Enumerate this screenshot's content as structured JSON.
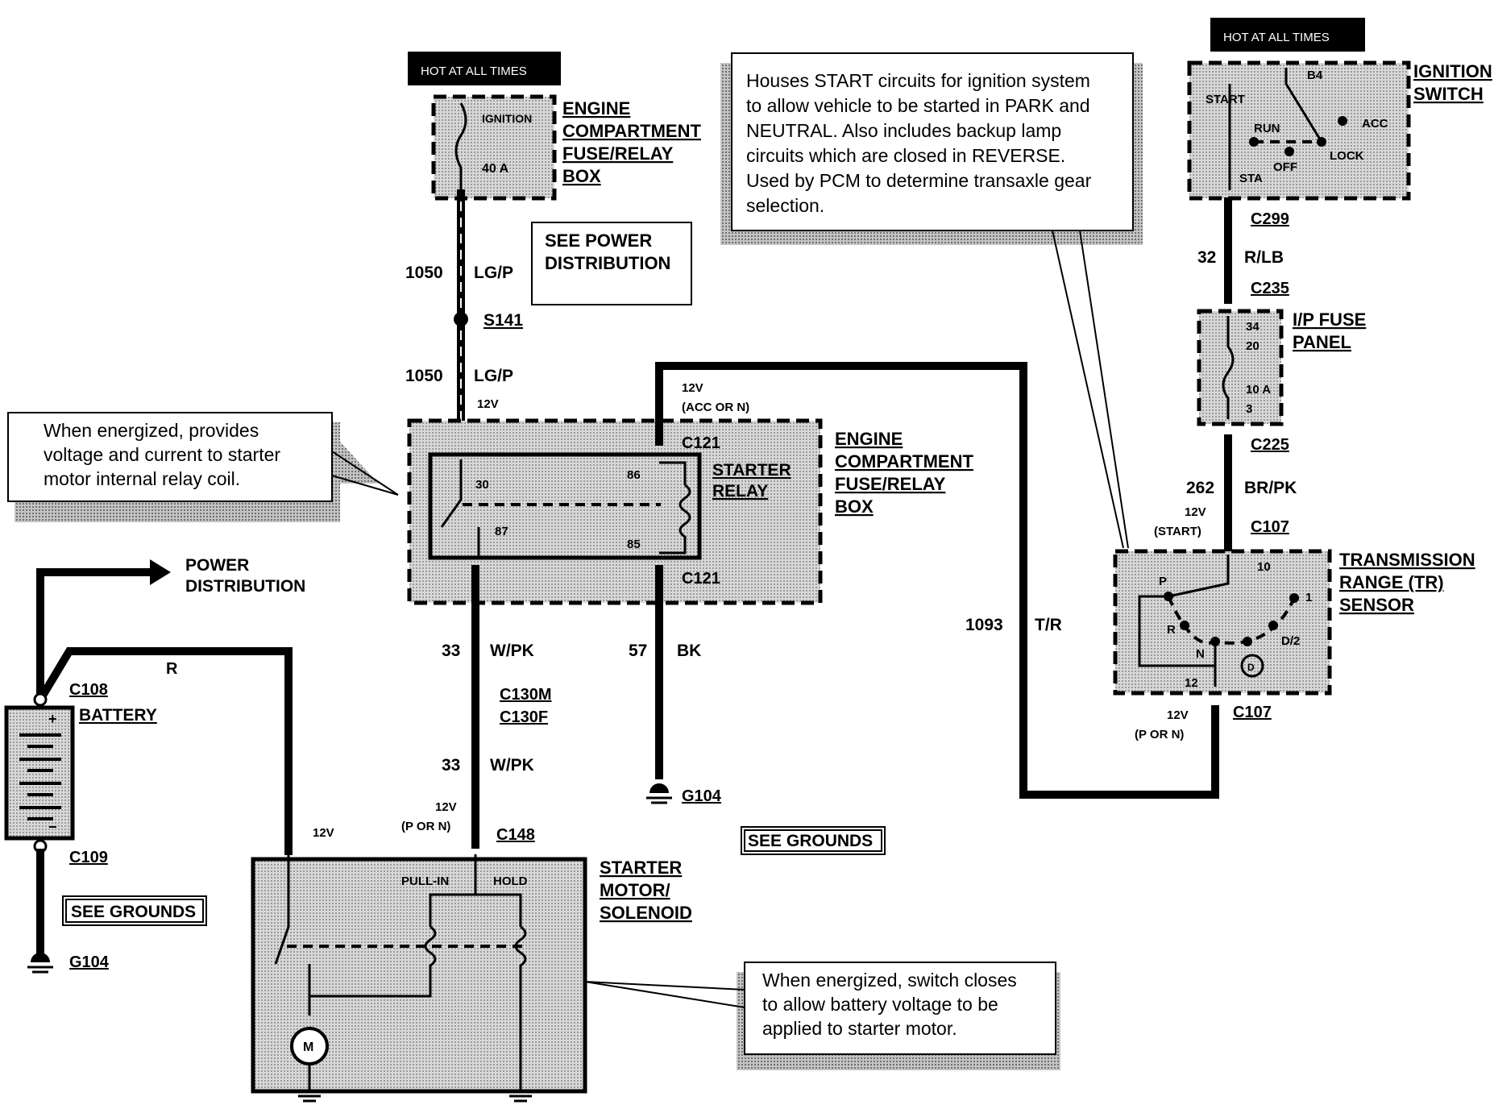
{
  "hot_at_all_times_left": "HOT AT ALL TIMES",
  "hot_at_all_times_right": "HOT AT ALL TIMES",
  "engine_fuse_box_top": {
    "label_lines": [
      "ENGINE",
      "COMPARTMENT",
      "FUSE/RELAY",
      "BOX"
    ],
    "fuse_name": "IGNITION",
    "fuse_rating": "40 A"
  },
  "see_power_distribution": [
    "SEE POWER",
    "DISTRIBUTION"
  ],
  "wire_1050_a": {
    "circuit": "1050",
    "color": "LG/P"
  },
  "splice": "S141",
  "wire_1050_b": {
    "circuit": "1050",
    "color": "LG/P"
  },
  "voltage_12v_relay": "12V",
  "voltage_acc_or_n": [
    "12V",
    "(ACC OR N)"
  ],
  "connector_c121_top": "C121",
  "connector_c121_bottom": "C121",
  "starter_relay": {
    "label_lines": [
      "STARTER",
      "RELAY"
    ],
    "pins": [
      "30",
      "86",
      "87",
      "85"
    ]
  },
  "engine_fuse_box_mid": {
    "label_lines": [
      "ENGINE",
      "COMPARTMENT",
      "FUSE/RELAY",
      "BOX"
    ]
  },
  "note_relay": [
    "When energized, provides",
    "voltage and current to starter",
    "motor internal relay coil."
  ],
  "note_tr": [
    "Houses START circuits for ignition system",
    "to allow vehicle to be started in PARK and",
    "NEUTRAL. Also includes backup lamp",
    "circuits which are closed in REVERSE.",
    "Used by PCM to determine transaxle gear",
    "selection."
  ],
  "note_solenoid": [
    "When energized, switch closes",
    "to allow battery voltage to be",
    "applied to starter motor."
  ],
  "power_distribution": [
    "POWER",
    "DISTRIBUTION"
  ],
  "battery": {
    "label": "BATTERY",
    "connector_top": "C108",
    "connector_bottom": "C109",
    "plus": "+",
    "minus": "−"
  },
  "wire_r": "R",
  "see_grounds_left": "SEE GROUNDS",
  "ground_left": "G104",
  "wire_33_a": {
    "circuit": "33",
    "color": "W/PK"
  },
  "connector_c130": [
    "C130M",
    "C130F"
  ],
  "wire_33_b": {
    "circuit": "33",
    "color": "W/PK"
  },
  "voltage_p_or_n_c148": [
    "12V",
    "(P OR N)"
  ],
  "connector_c148": "C148",
  "voltage_12v_starter": "12V",
  "wire_57": {
    "circuit": "57",
    "color": "BK"
  },
  "ground_mid": "G104",
  "see_grounds_mid": "SEE GROUNDS",
  "starter_motor": {
    "label_lines": [
      "STARTER",
      "MOTOR/",
      "SOLENOID"
    ],
    "pull_in": "PULL-IN",
    "hold": "HOLD",
    "motor": "M"
  },
  "wire_1093": {
    "circuit": "1093",
    "color": "T/R"
  },
  "ignition_switch": {
    "label_lines": [
      "IGNITION",
      "SWITCH"
    ],
    "positions": [
      "B4",
      "START",
      "RUN",
      "ACC",
      "OFF",
      "LOCK",
      "STA"
    ]
  },
  "connector_c299": "C299",
  "wire_32": {
    "circuit": "32",
    "color": "R/LB"
  },
  "connector_c235": "C235",
  "ip_fuse_panel": {
    "label_lines": [
      "I/P FUSE",
      "PANEL"
    ],
    "pins": [
      "34",
      "20",
      "10 A",
      "3"
    ]
  },
  "connector_c225": "C225",
  "wire_262": {
    "circuit": "262",
    "color": "BR/PK"
  },
  "voltage_start": [
    "12V",
    "(START)"
  ],
  "connector_c107_top": "C107",
  "tr_sensor": {
    "label_lines": [
      "TRANSMISSION",
      "RANGE (TR)",
      "SENSOR"
    ],
    "positions": [
      "10",
      "P",
      "1",
      "R",
      "D/2",
      "N",
      "D",
      "12"
    ]
  },
  "voltage_p_or_n_c107": [
    "12V",
    "(P OR N)"
  ],
  "connector_c107_bottom": "C107"
}
